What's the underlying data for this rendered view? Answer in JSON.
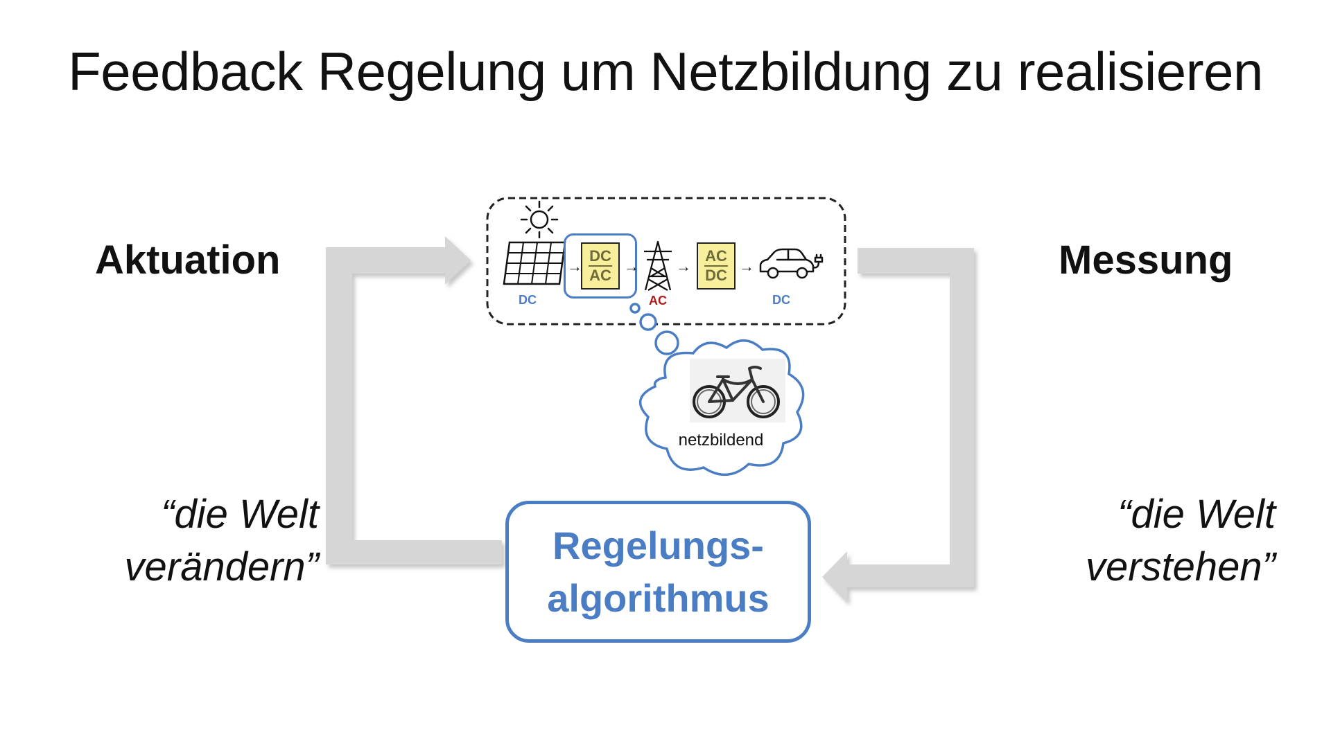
{
  "title": "Feedback Regelung um Netzbildung zu realisieren",
  "left": {
    "label": "Aktuation",
    "quote_line1": "“die Welt",
    "quote_line2": "verändern”"
  },
  "right": {
    "label": "Messung",
    "quote_line1": "“die Welt",
    "quote_line2": "verstehen”"
  },
  "controller": {
    "line1": "Regelungs-",
    "line2": "algorithmus"
  },
  "system": {
    "solar_label": "DC",
    "inverter_top": "DC",
    "inverter_bottom": "AC",
    "grid_label": "AC",
    "charger_top": "AC",
    "charger_bottom": "DC",
    "car_label": "DC"
  },
  "thought": {
    "caption": "netzbildend"
  },
  "colors": {
    "accent_blue": "#4a7dc4",
    "grid_red": "#b01c1c",
    "converter_fill": "#f7ef9c",
    "arrow_gray": "#d6d6d6"
  }
}
